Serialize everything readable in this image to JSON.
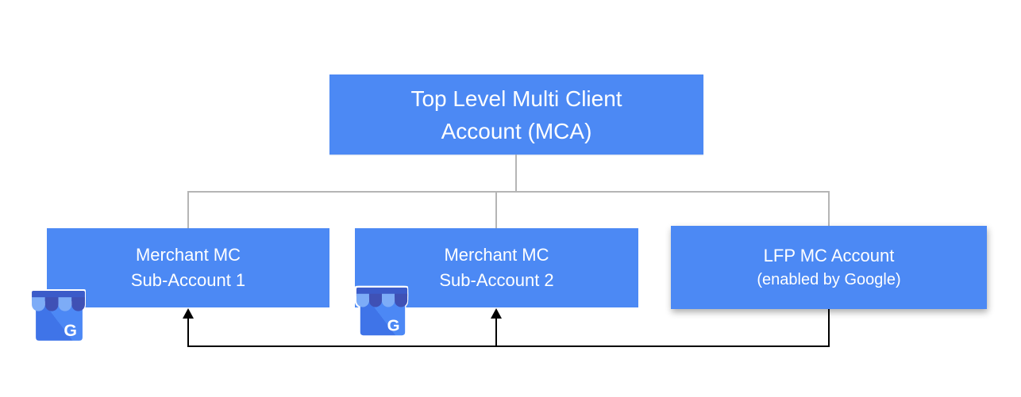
{
  "diagram": {
    "nodes": {
      "mca": {
        "line1": "Top Level Multi Client",
        "line2": "Account (MCA)"
      },
      "sub1": {
        "line1": "Merchant MC",
        "line2": "Sub-Account 1"
      },
      "sub2": {
        "line1": "Merchant MC",
        "line2": "Sub-Account 2"
      },
      "lfp": {
        "line1": "LFP MC Account",
        "line2": "(enabled by Google)"
      }
    },
    "edges": [
      {
        "from": "mca",
        "to": "sub1",
        "style": "tree-gray"
      },
      {
        "from": "mca",
        "to": "sub2",
        "style": "tree-gray"
      },
      {
        "from": "mca",
        "to": "lfp",
        "style": "tree-gray"
      },
      {
        "from": "lfp",
        "to": "sub1",
        "style": "arrow-black"
      },
      {
        "from": "lfp",
        "to": "sub2",
        "style": "arrow-black"
      }
    ],
    "icons": [
      {
        "name": "google-business-profile-icon",
        "attached_to": "sub1"
      },
      {
        "name": "google-business-profile-icon",
        "attached_to": "sub2"
      }
    ],
    "icon_letter": "G",
    "colors": {
      "background": "#ffffff",
      "node_fill": "#4c89f4",
      "node_text": "#ffffff",
      "tree_connector": "#b5b5b5",
      "flow_arrow": "#000000",
      "icon_awning_bar": "#3b5bc9",
      "icon_scallop_dark": "#3f51b5",
      "icon_scallop_light": "#7dacf7",
      "icon_fold_dark": "#3f74e8",
      "icon_body_light": "#4c88f5",
      "icon_letter": "#ffffff"
    }
  }
}
